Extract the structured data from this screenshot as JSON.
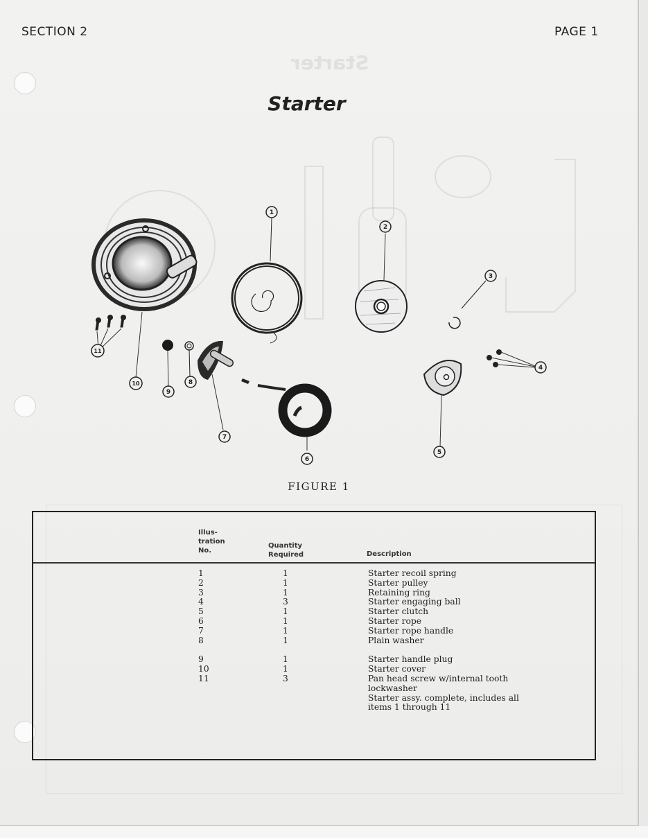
{
  "header": {
    "section": "SECTION 2",
    "page": "PAGE 1"
  },
  "title": "Starter",
  "figure": {
    "caption": "FIGURE 1",
    "callouts": [
      {
        "number": "1",
        "part": "Starter recoil spring"
      },
      {
        "number": "2",
        "part": "Starter pulley"
      },
      {
        "number": "3",
        "part": "Retaining ring"
      },
      {
        "number": "4",
        "part": "Starter engaging ball"
      },
      {
        "number": "5",
        "part": "Starter clutch"
      },
      {
        "number": "6",
        "part": "Starter rope"
      },
      {
        "number": "7",
        "part": "Starter rope handle"
      },
      {
        "number": "8",
        "part": "Plain washer"
      },
      {
        "number": "9",
        "part": "Starter handle plug"
      },
      {
        "number": "10",
        "part": "Starter cover"
      },
      {
        "number": "11",
        "part": "Pan head screw"
      }
    ]
  },
  "table": {
    "headers": {
      "illustration_no": "Illus-\ntration\nNo.",
      "illus_line1": "Illus-",
      "illus_line2": "tration",
      "illus_line3": "No.",
      "qty_line1": "Quantity",
      "qty_line2": "Required",
      "description": "Description"
    },
    "rows": [
      {
        "no": "1",
        "qty": "1",
        "desc": "Starter recoil spring"
      },
      {
        "no": "2",
        "qty": "1",
        "desc": "Starter pulley"
      },
      {
        "no": "3",
        "qty": "1",
        "desc": "Retaining ring"
      },
      {
        "no": "4",
        "qty": "3",
        "desc": "Starter engaging ball"
      },
      {
        "no": "5",
        "qty": "1",
        "desc": "Starter clutch"
      },
      {
        "no": "6",
        "qty": "1",
        "desc": "Starter rope"
      },
      {
        "no": "7",
        "qty": "1",
        "desc": "Starter rope handle"
      },
      {
        "no": "8",
        "qty": "1",
        "desc": "Plain washer"
      },
      {
        "no": "9",
        "qty": "1",
        "desc": "Starter handle plug"
      },
      {
        "no": "10",
        "qty": "1",
        "desc": "Starter cover"
      },
      {
        "no": "11",
        "qty": "3",
        "desc": "Pan head screw w/internal tooth"
      },
      {
        "no": "",
        "qty": "",
        "desc": "lockwasher"
      },
      {
        "no": "",
        "qty": "",
        "desc": "Starter assy. complete, includes all"
      },
      {
        "no": "",
        "qty": "",
        "desc": "items 1 through 11"
      }
    ]
  }
}
